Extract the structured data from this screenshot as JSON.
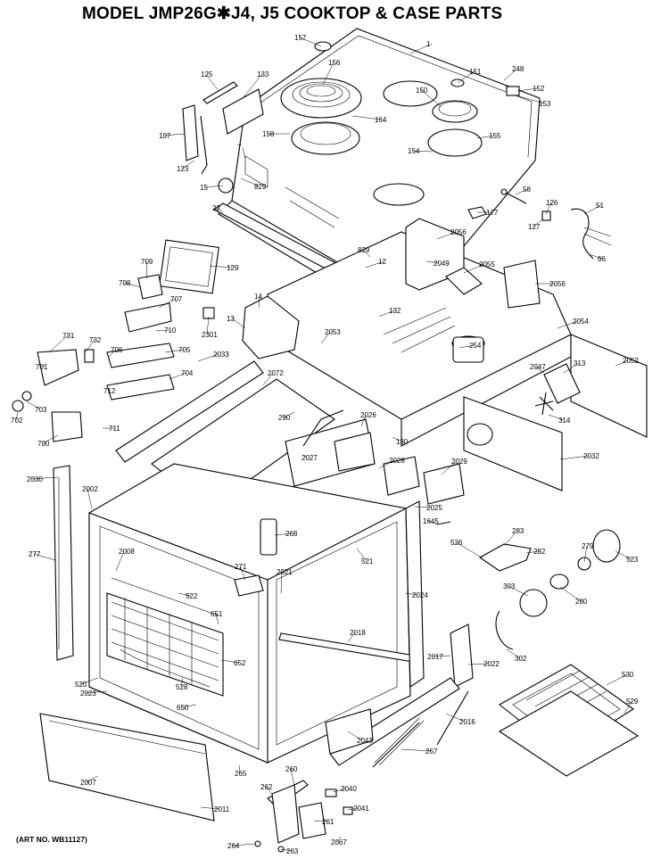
{
  "title": "MODEL JMP26G✱J4, J5 COOKTOP & CASE PARTS",
  "art_number": "(ART NO. WB11127)",
  "callouts": [
    {
      "id": "c157",
      "text": "157"
    },
    {
      "id": "c1",
      "text": "1"
    },
    {
      "id": "c156",
      "text": "156"
    },
    {
      "id": "c151",
      "text": "151"
    },
    {
      "id": "c248",
      "text": "248"
    },
    {
      "id": "c125",
      "text": "125"
    },
    {
      "id": "c133",
      "text": "133"
    },
    {
      "id": "c150",
      "text": "150"
    },
    {
      "id": "c152",
      "text": "152"
    },
    {
      "id": "c153",
      "text": "153"
    },
    {
      "id": "c164",
      "text": "164"
    },
    {
      "id": "c107",
      "text": "107"
    },
    {
      "id": "c158",
      "text": "158"
    },
    {
      "id": "c155",
      "text": "155"
    },
    {
      "id": "c7",
      "text": "7"
    },
    {
      "id": "c154",
      "text": "154"
    },
    {
      "id": "c123",
      "text": "123"
    },
    {
      "id": "c15a",
      "text": "15"
    },
    {
      "id": "c829a",
      "text": "829"
    },
    {
      "id": "c58",
      "text": "58"
    },
    {
      "id": "c126",
      "text": "126"
    },
    {
      "id": "c51",
      "text": "51"
    },
    {
      "id": "c22",
      "text": "22"
    },
    {
      "id": "c177",
      "text": "177"
    },
    {
      "id": "c127",
      "text": "127"
    },
    {
      "id": "c2056a",
      "text": "2056"
    },
    {
      "id": "c829b",
      "text": "829"
    },
    {
      "id": "c12",
      "text": "12"
    },
    {
      "id": "c66",
      "text": "66"
    },
    {
      "id": "c709",
      "text": "709"
    },
    {
      "id": "c129",
      "text": "129"
    },
    {
      "id": "c2049",
      "text": "2049"
    },
    {
      "id": "c2055",
      "text": "2055"
    },
    {
      "id": "c708",
      "text": "708"
    },
    {
      "id": "c2056b",
      "text": "2056"
    },
    {
      "id": "c707",
      "text": "707"
    },
    {
      "id": "c14",
      "text": "14"
    },
    {
      "id": "c710",
      "text": "710"
    },
    {
      "id": "c132",
      "text": "132"
    },
    {
      "id": "c13",
      "text": "13"
    },
    {
      "id": "c2301",
      "text": "2301"
    },
    {
      "id": "c2054",
      "text": "2054"
    },
    {
      "id": "c731",
      "text": "731"
    },
    {
      "id": "c732",
      "text": "732"
    },
    {
      "id": "c2053",
      "text": "2053"
    },
    {
      "id": "c254",
      "text": "254"
    },
    {
      "id": "c706",
      "text": "706"
    },
    {
      "id": "c705",
      "text": "705"
    },
    {
      "id": "c2033",
      "text": "2033"
    },
    {
      "id": "c313",
      "text": "313"
    },
    {
      "id": "c2052",
      "text": "2052"
    },
    {
      "id": "c701",
      "text": "701"
    },
    {
      "id": "c704",
      "text": "704"
    },
    {
      "id": "c2072",
      "text": "2072"
    },
    {
      "id": "c2047",
      "text": "2047"
    },
    {
      "id": "c712",
      "text": "712"
    },
    {
      "id": "c703",
      "text": "703"
    },
    {
      "id": "c702",
      "text": "702"
    },
    {
      "id": "c290",
      "text": "290"
    },
    {
      "id": "c2026",
      "text": "2026"
    },
    {
      "id": "c314",
      "text": "314"
    },
    {
      "id": "c711",
      "text": "711"
    },
    {
      "id": "c130",
      "text": "130"
    },
    {
      "id": "c700",
      "text": "700"
    },
    {
      "id": "c2032",
      "text": "2032"
    },
    {
      "id": "c2027",
      "text": "2027"
    },
    {
      "id": "c2028",
      "text": "2028"
    },
    {
      "id": "c2029",
      "text": "2029"
    },
    {
      "id": "c2030",
      "text": "2030"
    },
    {
      "id": "c2002",
      "text": "2002"
    },
    {
      "id": "c2025",
      "text": "2025"
    },
    {
      "id": "c1645",
      "text": "1645"
    },
    {
      "id": "c268",
      "text": "268"
    },
    {
      "id": "c526",
      "text": "526"
    },
    {
      "id": "c283",
      "text": "283"
    },
    {
      "id": "c279",
      "text": "279"
    },
    {
      "id": "c277",
      "text": "277"
    },
    {
      "id": "c2008",
      "text": "2008"
    },
    {
      "id": "c521",
      "text": "521"
    },
    {
      "id": "c282",
      "text": "282"
    },
    {
      "id": "c523",
      "text": "523"
    },
    {
      "id": "c271",
      "text": "271"
    },
    {
      "id": "c2021",
      "text": "2021"
    },
    {
      "id": "c2024",
      "text": "2024"
    },
    {
      "id": "c303",
      "text": "303"
    },
    {
      "id": "c522",
      "text": "522"
    },
    {
      "id": "c280",
      "text": "280"
    },
    {
      "id": "c651",
      "text": "651"
    },
    {
      "id": "c2018",
      "text": "2018"
    },
    {
      "id": "c652",
      "text": "652"
    },
    {
      "id": "c2017",
      "text": "2017"
    },
    {
      "id": "c2022",
      "text": "2022"
    },
    {
      "id": "c302",
      "text": "302"
    },
    {
      "id": "c520",
      "text": "520"
    },
    {
      "id": "c528",
      "text": "528"
    },
    {
      "id": "c530",
      "text": "530"
    },
    {
      "id": "c2023",
      "text": "2023"
    },
    {
      "id": "c650",
      "text": "650"
    },
    {
      "id": "c529",
      "text": "529"
    },
    {
      "id": "c2043",
      "text": "2043"
    },
    {
      "id": "c2016",
      "text": "2016"
    },
    {
      "id": "c267",
      "text": "267"
    },
    {
      "id": "c2007",
      "text": "2007"
    },
    {
      "id": "c265",
      "text": "265"
    },
    {
      "id": "c260",
      "text": "260"
    },
    {
      "id": "c262",
      "text": "262"
    },
    {
      "id": "c2040",
      "text": "2040"
    },
    {
      "id": "c2011",
      "text": "2011"
    },
    {
      "id": "c2041",
      "text": "2041"
    },
    {
      "id": "c261",
      "text": "261"
    },
    {
      "id": "c2067",
      "text": "2067"
    },
    {
      "id": "c264",
      "text": "264"
    },
    {
      "id": "c263",
      "text": "263"
    }
  ]
}
